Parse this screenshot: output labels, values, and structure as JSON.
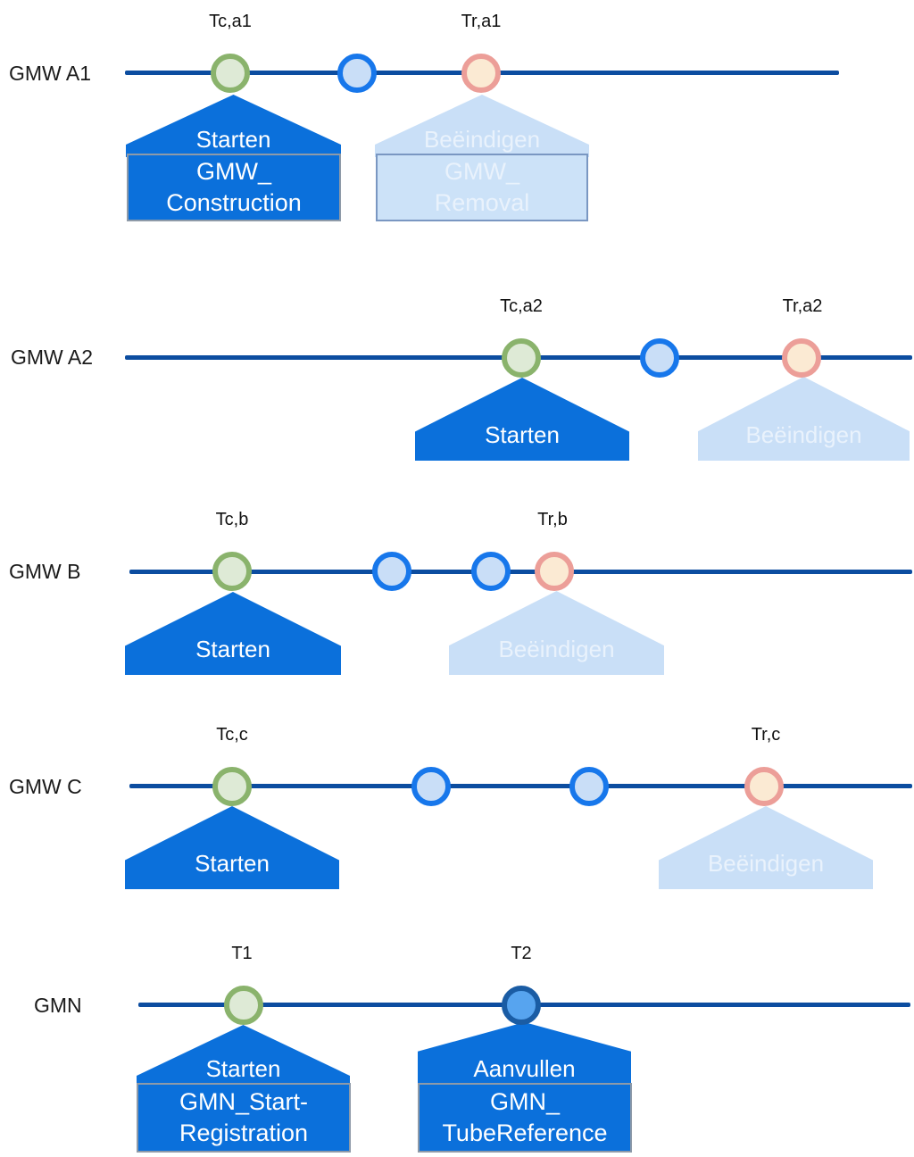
{
  "diagram": "groundwater monitoring well and network event timelines",
  "palette": {
    "timeline_line": "#0C4DA0",
    "active_callout_blue": "#0B70DB",
    "inactive_callout_light_blue": "#C9DFF7",
    "inactive_text": "#E9F2FC",
    "event_start_ring_green": "#8AB36C",
    "event_start_fill_green": "#DEEAD6",
    "event_intermediate_ring_blue": "#1777EB",
    "event_intermediate_fill_blue": "#C9DEF7",
    "event_end_ring_pink": "#EC9E98",
    "event_end_fill_pink": "#FBEAD3",
    "event_filled_ring_navy": "#1A5CA4",
    "event_filled_fill_blue": "#57A4EF"
  },
  "rows": [
    {
      "label": "GMW A1",
      "time_labels": {
        "start": "Tc,a1",
        "end": "Tr,a1"
      },
      "events": [
        "start",
        "intermediate",
        "end"
      ],
      "callouts": {
        "start": {
          "label": "Starten",
          "box": {
            "line1": "GMW_",
            "line2": "Construction"
          }
        },
        "end": {
          "label": "Beëindigen",
          "box": {
            "line1": "GMW_",
            "line2": "Removal"
          }
        }
      }
    },
    {
      "label": "GMW A2",
      "time_labels": {
        "start": "Tc,a2",
        "end": "Tr,a2"
      },
      "events": [
        "start",
        "intermediate",
        "end"
      ],
      "callouts": {
        "start": {
          "label": "Starten"
        },
        "end": {
          "label": "Beëindigen"
        }
      }
    },
    {
      "label": "GMW B",
      "time_labels": {
        "start": "Tc,b",
        "end": "Tr,b"
      },
      "events": [
        "start",
        "intermediate",
        "intermediate",
        "end"
      ],
      "callouts": {
        "start": {
          "label": "Starten"
        },
        "end": {
          "label": "Beëindigen"
        }
      }
    },
    {
      "label": "GMW C",
      "time_labels": {
        "start": "Tc,c",
        "end": "Tr,c"
      },
      "events": [
        "start",
        "intermediate",
        "intermediate",
        "end"
      ],
      "callouts": {
        "start": {
          "label": "Starten"
        },
        "end": {
          "label": "Beëindigen"
        }
      }
    },
    {
      "label": "GMN",
      "time_labels": {
        "t1": "T1",
        "t2": "T2"
      },
      "events": [
        "start",
        "supplement"
      ],
      "callouts": {
        "start": {
          "label": "Starten",
          "box": {
            "line1": "GMN_Start-",
            "line2": "Registration"
          }
        },
        "supplement": {
          "label": "Aanvullen",
          "more": "...",
          "box": {
            "line1": "GMN_",
            "line2": "TubeReference"
          }
        }
      }
    }
  ]
}
